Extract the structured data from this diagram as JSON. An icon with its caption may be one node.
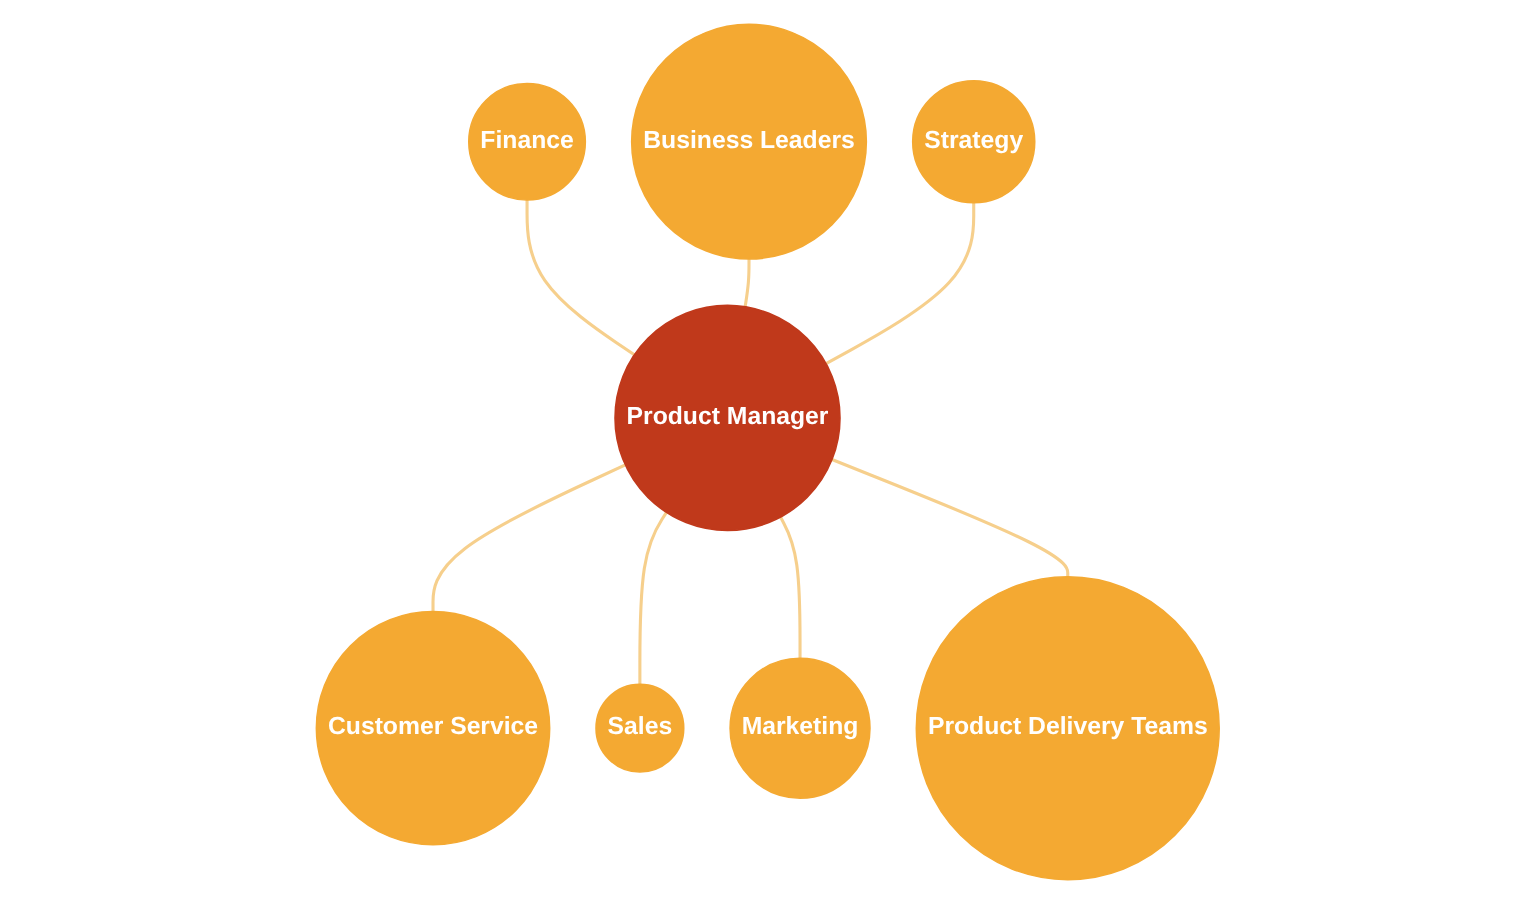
{
  "diagram": {
    "nodes": [
      {
        "text": [
          "Business Leaders"
        ]
      },
      {
        "text": [
          "Finance"
        ]
      },
      {
        "text": [
          "Strategy"
        ]
      },
      {
        "text": [
          "Product Manager"
        ]
      },
      {
        "text": [
          "Customer Service"
        ]
      },
      {
        "text": [
          "Product Delivery Teams"
        ]
      },
      {
        "text": [
          "Sales"
        ]
      },
      {
        "text": [
          "Marketing"
        ]
      }
    ],
    "edges": [
      {
        "from": 1,
        "to": 3,
        "arrow": "none"
      },
      {
        "from": 0,
        "to": 3,
        "arrow": "none"
      },
      {
        "from": 2,
        "to": 3,
        "arrow": "none"
      },
      {
        "from": 3,
        "to": 4,
        "arrow": "none"
      },
      {
        "from": 3,
        "to": 6,
        "arrow": "none"
      },
      {
        "from": 3,
        "to": 7,
        "arrow": "none"
      },
      {
        "from": 3,
        "to": 5,
        "arrow": "none"
      }
    ]
  }
}
